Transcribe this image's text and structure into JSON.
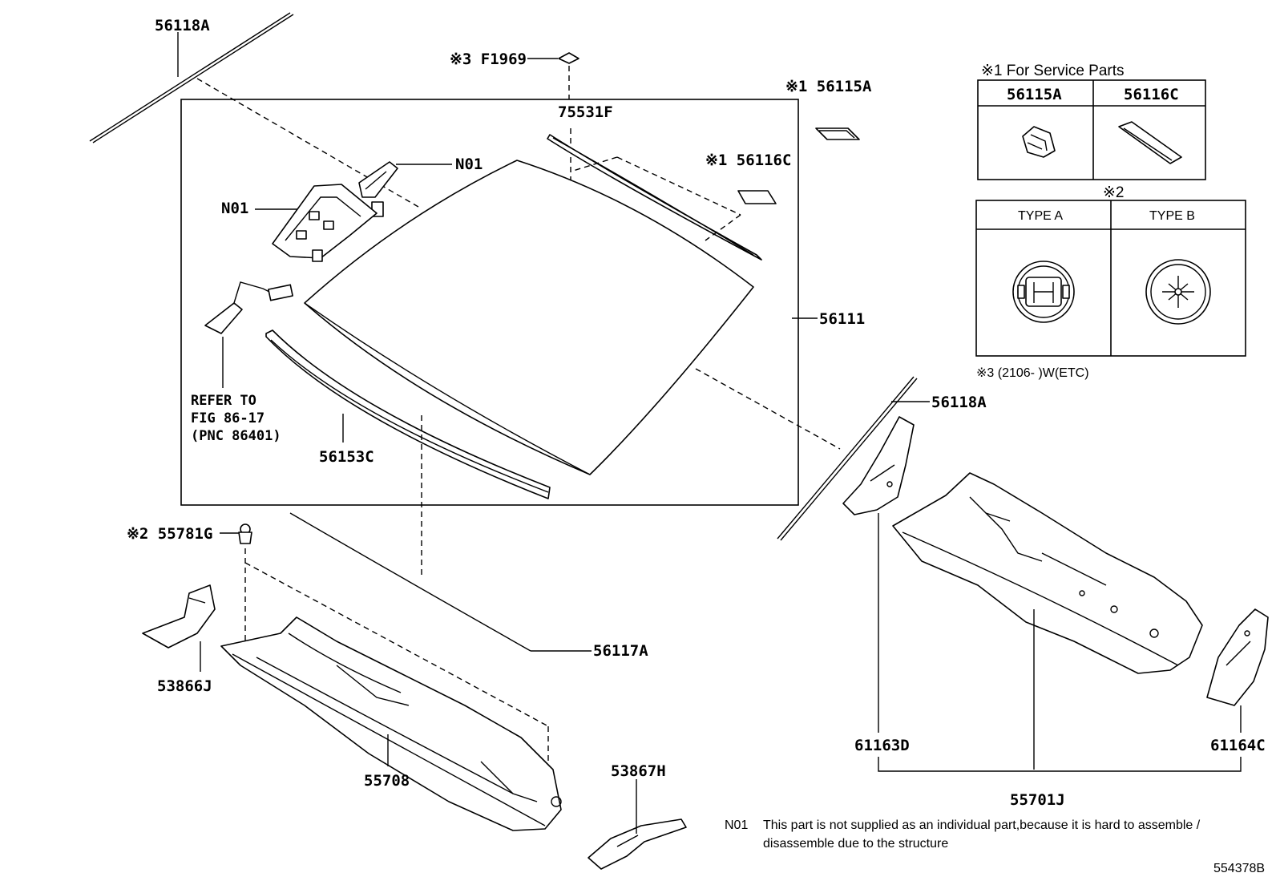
{
  "diagram_id": "554378B",
  "service_parts": {
    "heading": "※1 For Service Parts",
    "col1": "56115A",
    "col2": "56116C"
  },
  "types": {
    "heading": "※2",
    "type_a": "TYPE A",
    "type_b": "TYPE B",
    "footnote3": "※3 (2106-      )W(ETC)"
  },
  "labels": {
    "p56118A_top": "56118A",
    "pF1969": "※3 F1969",
    "p56115A": "※1 56115A",
    "p75531F": "75531F",
    "p56116C": "※1 56116C",
    "pN01_right": "N01",
    "pN01_left": "N01",
    "p56111": "56111",
    "refer1": "REFER TO",
    "refer2": "FIG 86-17",
    "refer3": "(PNC 86401)",
    "p56153C": "56153C",
    "p56118A_right": "56118A",
    "p55781G": "※2 55781G",
    "p56117A": "56117A",
    "p53866J": "53866J",
    "p55708": "55708",
    "p53867H": "53867H",
    "p61163D": "61163D",
    "p61164C": "61164C",
    "p55701J": "55701J"
  },
  "footnote_n01": {
    "code": "N01",
    "line1": "This part is not supplied as an individual part,because it is hard to assemble /",
    "line2": "disassemble due to the structure"
  }
}
